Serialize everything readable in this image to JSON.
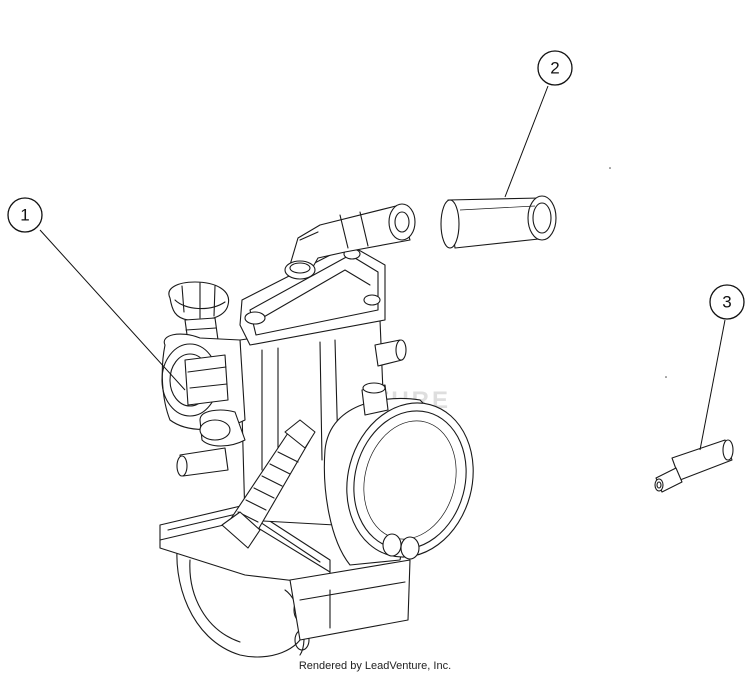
{
  "callouts": [
    {
      "number": "1"
    },
    {
      "number": "2"
    },
    {
      "number": "3"
    }
  ],
  "watermark": "LEADVENTURE",
  "footer": "Rendered by LeadVenture, Inc."
}
